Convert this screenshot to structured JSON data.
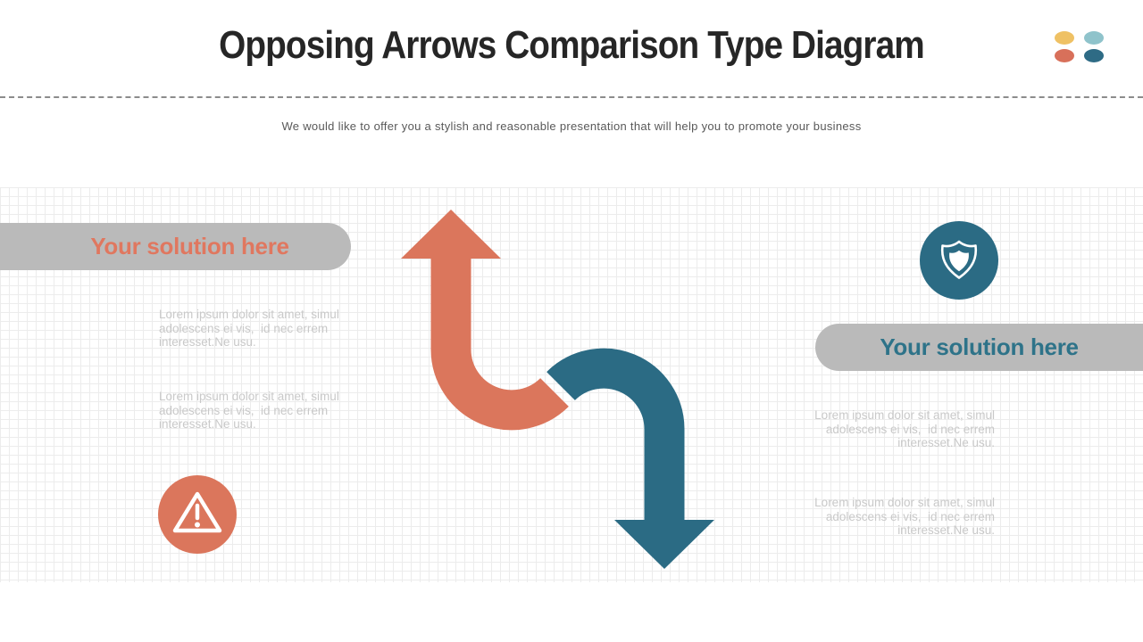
{
  "slide": {
    "title": "Opposing Arrows Comparison Type Diagram",
    "subtitle": "We would like to offer you a stylish and reasonable presentation that will help you to promote your business"
  },
  "decor_dots": {
    "yellow": "#efc164",
    "light_teal": "#8fc3cb",
    "orange": "#d8705a",
    "dark_teal": "#2e6b85"
  },
  "left_section": {
    "banner_label": "Your solution here",
    "label_color": "#e0775f",
    "icon": "warning-triangle",
    "paragraph_1": "Lorem ipsum dolor sit amet, simul\nadolescens ei vis,  id nec errem\ninteresset.Ne usu.",
    "paragraph_2": "Lorem ipsum dolor sit amet, simul\nadolescens ei vis,  id nec errem\ninteresset.Ne usu."
  },
  "right_section": {
    "banner_label": "Your solution here",
    "label_color": "#2e7389",
    "icon": "shield",
    "paragraph_1": "Lorem ipsum dolor sit amet, simul\nadolescens ei vis,  id nec errem\ninteresset.Ne usu.",
    "paragraph_2": "Lorem ipsum dolor sit amet, simul\nadolescens ei vis,  id nec errem\ninteresset.Ne usu."
  },
  "colors": {
    "up_arrow": "#db765c",
    "down_arrow": "#2b6b84",
    "banner_bg": "#bababa",
    "body_text": "#c9c9c9",
    "grid_line": "#ececec",
    "divider": "#8c8c8c",
    "title_text": "#262626",
    "subtitle_text": "#595959"
  }
}
